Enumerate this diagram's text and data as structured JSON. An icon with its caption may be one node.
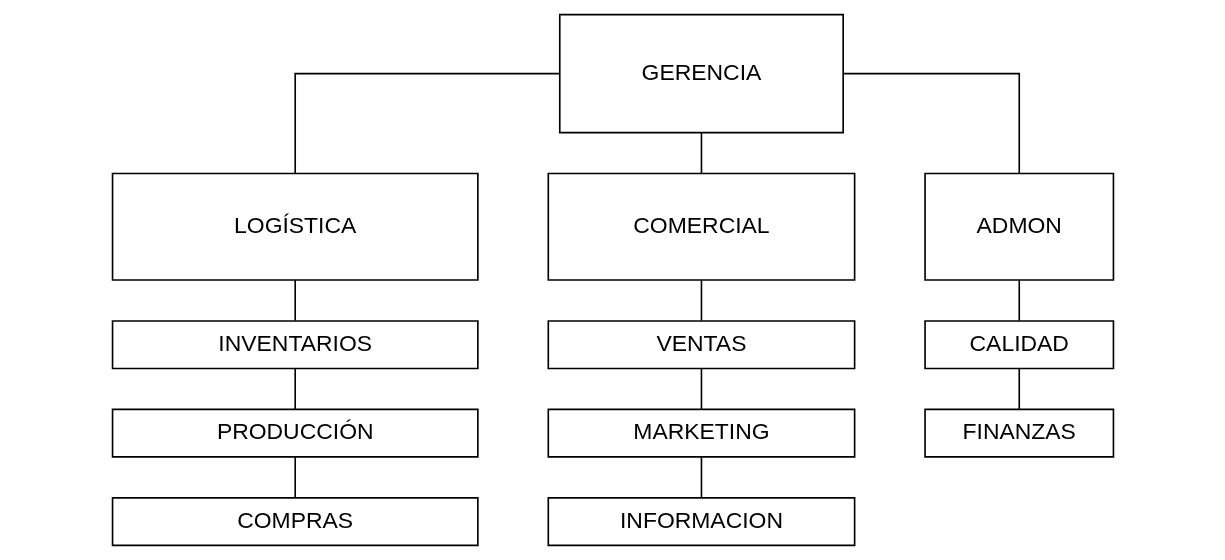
{
  "diagram": {
    "nodes": [
      {
        "text": [
          "GERENCIA"
        ]
      },
      {
        "text": [
          "LOGÍSTICA"
        ]
      },
      {
        "text": [
          "COMERCIAL"
        ]
      },
      {
        "text": [
          "ADMON"
        ]
      },
      {
        "text": [
          "INVENTARIOS"
        ]
      },
      {
        "text": [
          "VENTAS"
        ]
      },
      {
        "text": [
          "CALIDAD"
        ]
      },
      {
        "text": [
          "PRODUCCIÓN"
        ]
      },
      {
        "text": [
          "MARKETING"
        ]
      },
      {
        "text": [
          "FINANZAS"
        ]
      },
      {
        "text": [
          "COMPRAS"
        ]
      },
      {
        "text": [
          "INFORMACION"
        ]
      }
    ],
    "edges": [
      {
        "from": 0,
        "to": 1,
        "arrow": "none"
      },
      {
        "from": 0,
        "to": 2,
        "arrow": "none"
      },
      {
        "from": 0,
        "to": 3,
        "arrow": "none"
      },
      {
        "from": 1,
        "to": 4,
        "arrow": "none"
      },
      {
        "from": 4,
        "to": 7,
        "arrow": "none"
      },
      {
        "from": 7,
        "to": 10,
        "arrow": "none"
      },
      {
        "from": 2,
        "to": 5,
        "arrow": "none"
      },
      {
        "from": 5,
        "to": 8,
        "arrow": "none"
      },
      {
        "from": 8,
        "to": 11,
        "arrow": "none"
      },
      {
        "from": 3,
        "to": 6,
        "arrow": "none"
      },
      {
        "from": 6,
        "to": 9,
        "arrow": "none"
      }
    ]
  }
}
